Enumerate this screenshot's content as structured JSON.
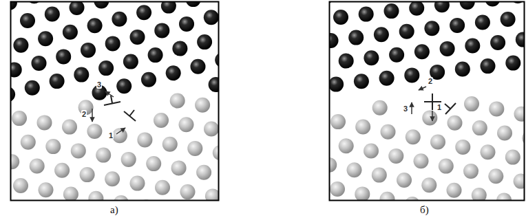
{
  "diagram": {
    "labels": [
      "3",
      "2",
      "1",
      "а)",
      "2",
      "3",
      "1",
      "б)"
    ]
  }
}
